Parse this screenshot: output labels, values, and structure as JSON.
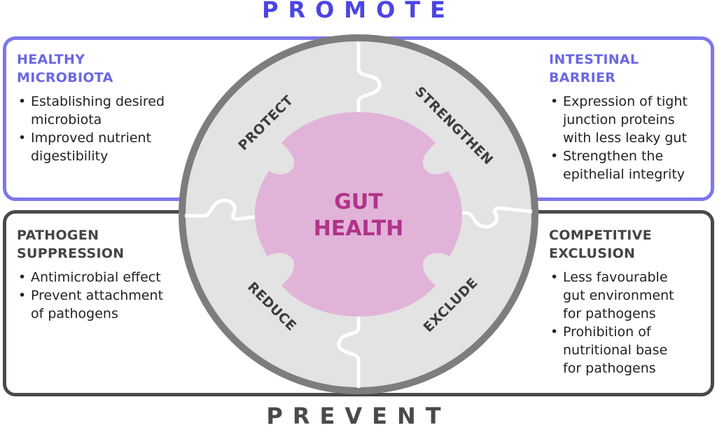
{
  "headings": {
    "promote": "PROMOTE",
    "prevent": "PREVENT"
  },
  "top_left": {
    "title_lines": [
      "HEALTHY",
      "MICROBIOTA"
    ],
    "bullets": [
      [
        "Establishing desired",
        "microbiota"
      ],
      [
        "Improved nutrient",
        "digestibility"
      ]
    ]
  },
  "top_right": {
    "title_lines": [
      "INTESTINAL",
      "BARRIER"
    ],
    "bullets": [
      [
        "Expression of tight",
        "junction proteins",
        "with less leaky gut"
      ],
      [
        "Strengthen the",
        "epithelial integrity"
      ]
    ]
  },
  "bottom_left": {
    "title_lines": [
      "PATHOGEN",
      "SUPPRESSION"
    ],
    "bullets": [
      [
        "Antimicrobial effect"
      ],
      [
        "Prevent attachment",
        "of pathogens"
      ]
    ]
  },
  "bottom_right": {
    "title_lines": [
      "COMPETITIVE",
      "EXCLUSION"
    ],
    "bullets": [
      [
        "Less favourable",
        "gut environment",
        "for pathogens"
      ],
      [
        "Prohibition of",
        "nutritional base",
        "for pathogens"
      ]
    ]
  },
  "puzzle": {
    "protect": "PROTECT",
    "strengthen": "STRENGTHEN",
    "reduce": "REDUCE",
    "exclude": "EXCLUDE"
  },
  "center": {
    "line1": "GUT",
    "line2": "HEALTH"
  },
  "colors": {
    "promote": "#4b46e3",
    "promote_border": "#7c78ea",
    "prevent": "#4a4a4a",
    "center_fill": "#e2b3d8",
    "center_text": "#b0348a",
    "puzzle_fill": "#e3e3e3"
  }
}
